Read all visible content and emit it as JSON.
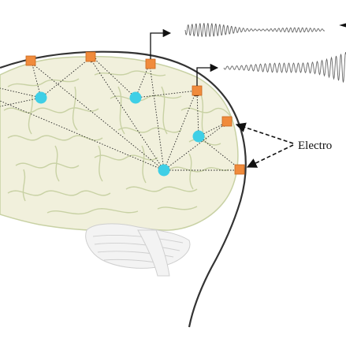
{
  "diagram": {
    "annotation_label": "Electro",
    "colors": {
      "electrode": "#f08b3c",
      "electrode_stroke": "#c9661c",
      "source": "#3fcfe6",
      "brain_fill": "#f1f0dc",
      "brain_gyri": "#c8d1a4",
      "head_outline": "#333333",
      "signal_line": "#555555",
      "annotation_arrow": "#111111"
    },
    "node_kinds": {
      "electrodes": [
        "scalp-electrode",
        "scalp-electrode",
        "scalp-electrode",
        "scalp-electrode",
        "scalp-electrode",
        "scalp-electrode"
      ],
      "sources": [
        "neural-source",
        "neural-source",
        "neural-source",
        "neural-source"
      ]
    },
    "icons": [
      "signal-waveform-icon",
      "signal-waveform-icon",
      "right-arrow-icon",
      "right-arrow-icon"
    ]
  }
}
